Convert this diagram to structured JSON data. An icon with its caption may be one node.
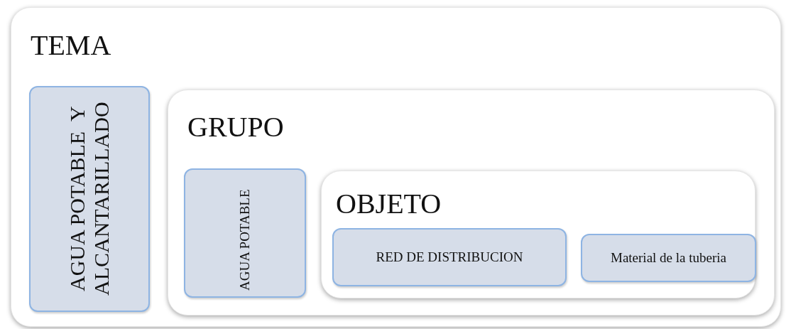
{
  "diagram": {
    "nodes": [
      {
        "text": [
          "TEMA"
        ]
      },
      {
        "text": [
          "AGUA POTABLE  Y ALCANTARILLADO"
        ],
        "in": 0
      },
      {
        "text": [
          "GRUPO"
        ],
        "in": 0
      },
      {
        "text": [
          "AGUA POTABLE"
        ],
        "in": 2
      },
      {
        "text": [
          "OBJETO"
        ],
        "in": 2
      },
      {
        "text": [
          "RED DE DISTRIBUCION"
        ],
        "in": 4
      },
      {
        "text": [
          "Material de la tuberia"
        ],
        "in": 4
      }
    ]
  }
}
